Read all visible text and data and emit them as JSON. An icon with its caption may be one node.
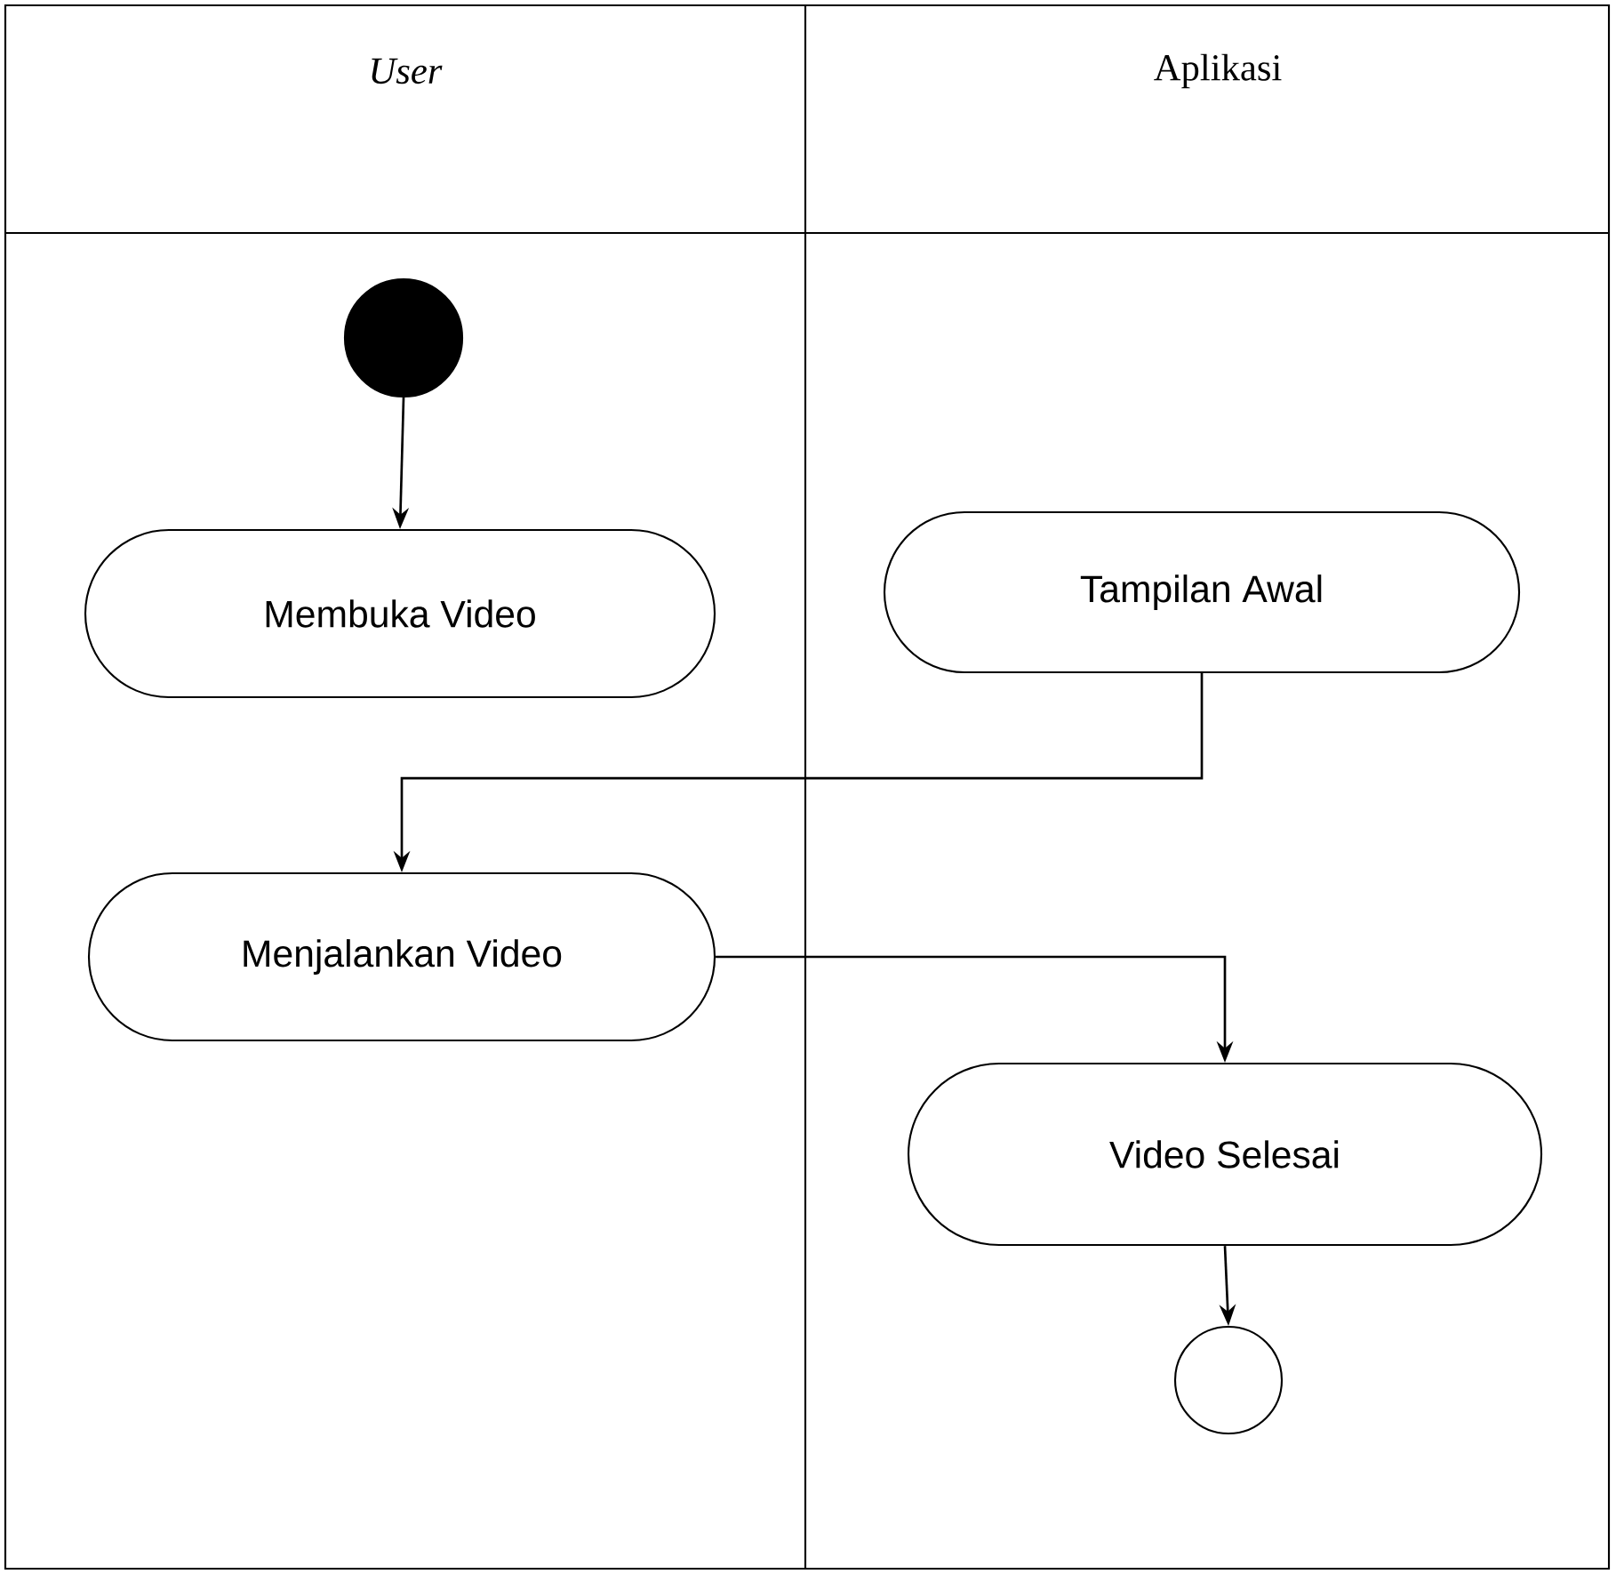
{
  "diagram": {
    "nodes": [
      {
        "text": [],
        "shape": "circle"
      },
      {
        "text": [
          "Membuka Video"
        ]
      },
      {
        "text": [
          "Tampilan Awal"
        ]
      },
      {
        "text": [
          "Menjalankan Video"
        ]
      },
      {
        "text": [
          "Video Selesai"
        ]
      },
      {
        "text": [],
        "shape": "circle"
      }
    ],
    "edges": [
      {
        "from": 0,
        "to": 1,
        "arrow": "to"
      },
      {
        "from": 2,
        "to": 3,
        "arrow": "to"
      },
      {
        "from": 3,
        "to": 4,
        "arrow": "to"
      },
      {
        "from": 4,
        "to": 5,
        "arrow": "to"
      }
    ],
    "labels": [
      "*User*",
      "Aplikasi"
    ]
  }
}
